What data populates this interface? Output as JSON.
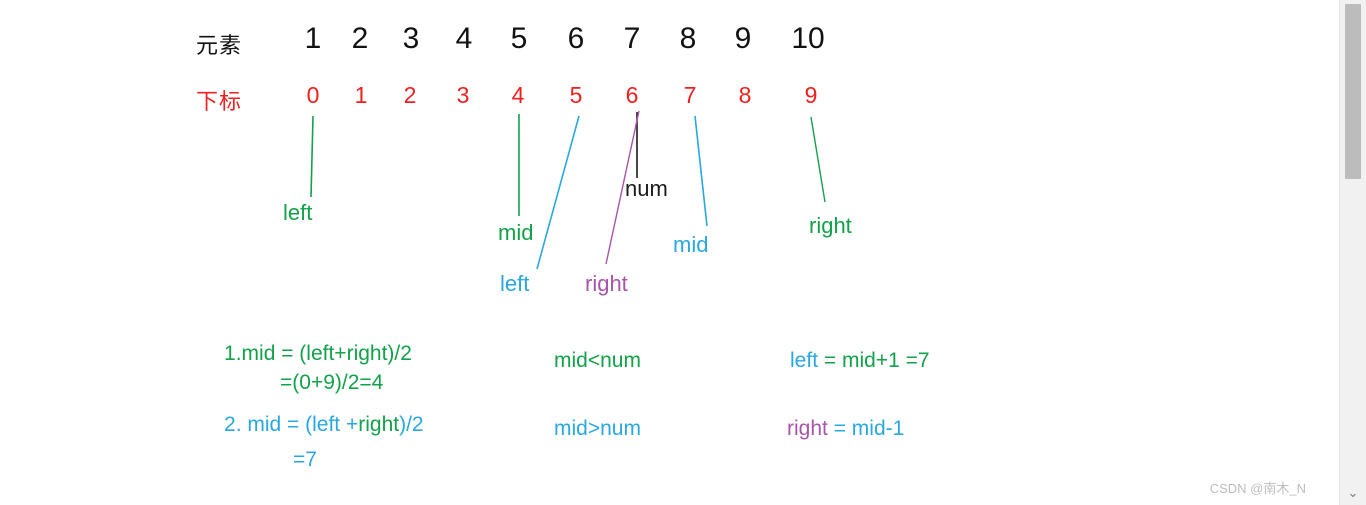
{
  "diagram": {
    "row_labels": {
      "elements": "元素",
      "index": "下标"
    },
    "elements": [
      "1",
      "2",
      "3",
      "4",
      "5",
      "6",
      "7",
      "8",
      "9",
      "10"
    ],
    "indices": [
      "0",
      "1",
      "2",
      "3",
      "4",
      "5",
      "6",
      "7",
      "8",
      "9"
    ],
    "pointers": [
      {
        "label": "left",
        "color": "#12a24a",
        "index": 0,
        "note": "green-left-step1"
      },
      {
        "label": "mid",
        "color": "#12a24a",
        "index": 4,
        "note": "green-mid-step1"
      },
      {
        "label": "left",
        "color": "#29a8e0",
        "index": 5,
        "note": "blue-left-step2"
      },
      {
        "label": "num",
        "color": "#1a1a1a",
        "index": 6,
        "note": "black-num-target"
      },
      {
        "label": "right",
        "color": "#a855a8",
        "index": 6,
        "note": "purple-right-step3"
      },
      {
        "label": "mid",
        "color": "#29a8e0",
        "index": 7,
        "note": "blue-mid-step2"
      },
      {
        "label": "right",
        "color": "#12a24a",
        "index": 9,
        "note": "green-right-step1"
      }
    ],
    "formulas": {
      "step1_line1": "1.mid = (left+right)/2",
      "step1_line2": "=(0+9)/2=4",
      "step2_line1_a": "2. mid = (left +",
      "step2_line1_b": "right",
      "step2_line1_c": ")/2",
      "step2_line2": "=7",
      "compare1": "mid<num",
      "compare2": "mid>num",
      "update1_a": "left",
      "update1_b": " = mid+1 =7",
      "update2_a": "right",
      "update2_b": " = mid-1"
    },
    "colors": {
      "green": "#12a24a",
      "blue": "#29a8e0",
      "purple": "#a855a8",
      "red": "#f02020",
      "black": "#1a1a1a"
    }
  },
  "watermark": {
    "text": "CSDN @南木_N"
  },
  "scrollbar": {
    "down_arrow": "⌄"
  }
}
